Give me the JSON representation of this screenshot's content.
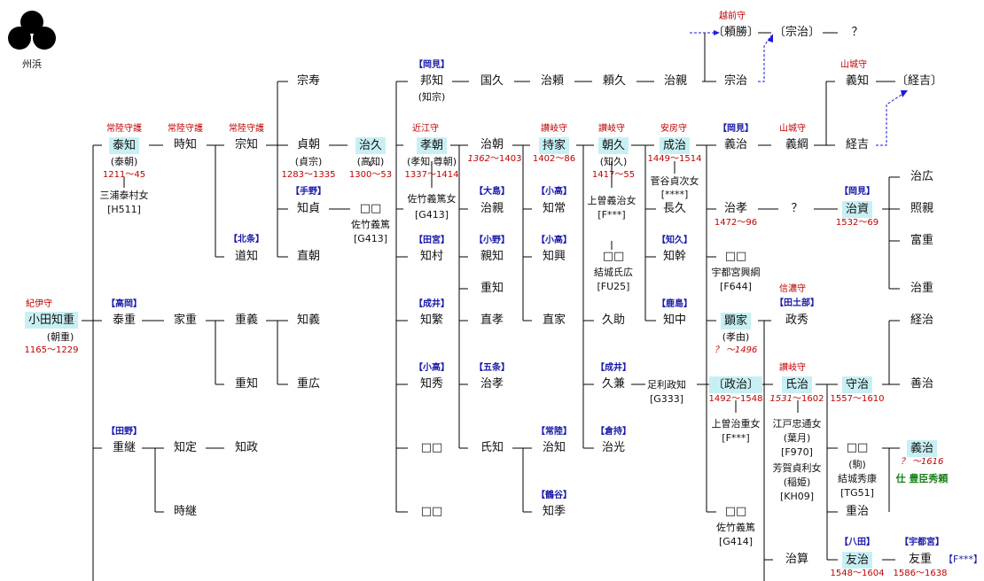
{
  "crest_label": "州浜",
  "nodes": {
    "tomoshige": "小田知重",
    "tomoshige_alt": "(朝重)",
    "tomoshige_title": "紀伊守",
    "tomoshige_dates": "1165〜1229",
    "yasutomo": "泰知",
    "yasutomo_alt": "(泰朝)",
    "yasutomo_title": "常陸守護",
    "yasutomo_dates": "1211〜45",
    "wife1_a": "三浦泰村女",
    "wife1_b": "[H511]",
    "tokitomo": "時知",
    "tokitomo_title": "常陸守護",
    "munetomo": "宗知",
    "munetomo_title": "常陸守護",
    "munetoshi": "宗寿",
    "sadatomo": "貞朝",
    "sadatomo_alt": "(貞宗)",
    "sadatomo_dates": "1283〜1335",
    "harahisa": "治久",
    "harahisa_alt": "(高知)",
    "harahisa_dates": "1300〜53",
    "tomosada_clan": "【手野】",
    "tomosada": "知貞",
    "sq1": "□□",
    "sq1_a": "佐竹義篤",
    "sq1_b": "[G413]",
    "hojo_clan": "【北条】",
    "michitomo": "道知",
    "naotomo": "直朝",
    "oka_clan": "【岡見】",
    "kunitomo": "邦知",
    "kunitomo_alt": "(知宗)",
    "kunihisa": "国久",
    "harayori": "治頼",
    "yorihisa": "頼久",
    "harachika": "治親",
    "muneharu": "宗治",
    "echizen": "越前守",
    "yorikatsu": "〔頼勝〕",
    "muneharu2": "〔宗治〕",
    "q1": "？",
    "takatomo": "孝朝",
    "takatomo_title": "近江守",
    "takatomo_alt": "(孝知,尊朝)",
    "takatomo_dates": "1337〜1414",
    "wife2_a": "佐竹義篤女",
    "wife2_b": "[G413]",
    "harutomo": "治朝",
    "harutomo_dates1": "1362",
    "harutomo_dates2": "〜1403",
    "mochiie": "持家",
    "mochiie_title": "讃岐守",
    "mochiie_dates": "1402〜86",
    "tomohisa": "朝久",
    "tomohisa_title": "讃岐守",
    "tomohisa_alt": "(知久)",
    "tomohisa_dates": "1417〜55",
    "wife3_a": "上曽義治女",
    "wife3_b": "[F***]",
    "shigeharu": "成治",
    "shigeharu_title": "安房守",
    "shigeharu_dates": "1449〜1514",
    "wife4_a": "菅谷貞次女",
    "wife4_b": "[****]",
    "yoshiharu_clan": "【岡見】",
    "yoshiharu": "義治",
    "yoshitsuna_title": "山城守",
    "yoshitsuna": "義綱",
    "yoshitomo_title": "山城守",
    "yoshitomo": "義知",
    "tsunekichi": "〔経吉〕",
    "tsunekichi2": "経吉",
    "oshima_clan": "【大島】",
    "harachika2": "治親",
    "kodaka_clan1": "【小高】",
    "tomotsune": "知常",
    "nagahisa": "長久",
    "harataka": "治孝",
    "harataka_dates": "1472〜96",
    "q2": "？",
    "oka_clan2": "【岡見】",
    "harasuke": "治資",
    "harasuke_dates": "1532〜69",
    "harahiro": "治広",
    "teruchika": "照親",
    "tomishige": "富重",
    "harashige": "治重",
    "tamiya_clan": "【田宮】",
    "tomomura": "知村",
    "ono_clan": "【小野】",
    "chikatomo": "親知",
    "kodaka_clan2": "【小高】",
    "tomooki": "知興",
    "sq2": "□□",
    "sq2_a": "結城氏広",
    "sq2_b": "[FU25]",
    "tomohisa_clan": "【知久】",
    "tomomoto": "知幹",
    "sq3": "□□",
    "sq3_a": "宇都宮興綱",
    "sq3_b": "[F644]",
    "shigetomo": "重知",
    "narii_clan": "【成井】",
    "tomoshige2": "知繁",
    "naotaka": "直孝",
    "naoie": "直家",
    "hisasuke": "久助",
    "kashima_clan": "【鹿島】",
    "tomonaka": "知中",
    "akiie": "顕家",
    "akiie_alt": "(孝由)",
    "akiie_dates": "？ 〜1496",
    "shinano": "信濃守",
    "tado_clan": "【田土部】",
    "masahide": "政秀",
    "takaoka_clan": "【高岡】",
    "yasushige": "泰重",
    "ieshige": "家重",
    "shigeyoshi": "重義",
    "tomoyoshi": "知義",
    "shigetomo2": "重知",
    "shigehiro": "重広",
    "kodaka_clan3": "【小高】",
    "tomohide": "知秀",
    "gojo_clan": "【五条】",
    "harataka2": "治孝",
    "narii_clan2": "【成井】",
    "hisakane": "久兼",
    "ashikaga_a": "足利政知",
    "ashikaga_b": "[G333]",
    "masaharu": "〔政治〕",
    "masaharu_dates": "1492〜1548",
    "wife5_a": "上曽治重女",
    "wife5_b": "[F***]",
    "ujiharu": "氏治",
    "ujiharu_title": "讃岐守",
    "ujiharu_dates1": "1531",
    "ujiharu_dates2": "〜1602",
    "wife6_a": "江戸忠通女",
    "wife6_b": "(葉月)",
    "wife6_c": "[F970]",
    "wife7_a": "芳賀貞利女",
    "wife7_b": "(稲姫)",
    "wife7_c": "[KH09]",
    "moriharu": "守治",
    "moriharu_dates": "1557〜1610",
    "keiharu": "経治",
    "yoshiharu3": "善治",
    "sq4": "□□",
    "sq4_alt": "(駒)",
    "sq4_a": "結城秀康",
    "sq4_b": "[TG51]",
    "yoshiharu2": "義治",
    "yoshiharu2_dates": "？ 〜1616",
    "hideyoshi": "仕 豊臣秀頼",
    "shigeharu2": "重治",
    "hitachi_clan": "【常陸】",
    "haratomo": "治知",
    "kuramochi_clan": "【倉持】",
    "harumitsu": "治光",
    "tsurugaya_clan": "【鶴谷】",
    "tomosue": "知季",
    "tano_clan": "【田野】",
    "shigetsugu": "重継",
    "tomosada2": "知定",
    "tomomasa": "知政",
    "tokitsugu": "時継",
    "sq5": "□□",
    "sq6": "□□",
    "ujitomo": "氏知",
    "sq7": "□□",
    "sq7_a": "佐竹義篤",
    "sq7_b": "[G414]",
    "harasan": "治算",
    "yata_clan": "【八田】",
    "tomoharu": "友治",
    "tomoharu_dates": "1548〜1604",
    "utsunomiya_clan": "【宇都宮】",
    "tomoshige3": "友重",
    "tomoshige3_dates": "1586〜1638",
    "tomoshige3_code": "【F***】"
  }
}
